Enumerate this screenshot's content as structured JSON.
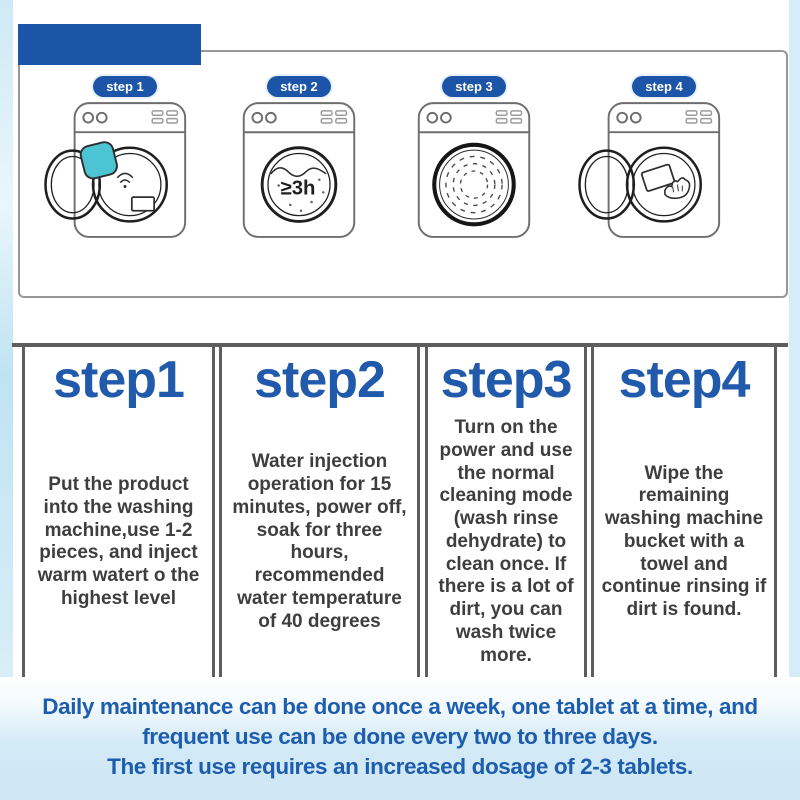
{
  "colors": {
    "accent_blue": "#1c55a7",
    "heading_blue": "#2159ab",
    "footer_blue": "#1d5dad",
    "light_blue_bg": "#d2e9f6",
    "table_border": "#5d5d5d",
    "body_text": "#3e3e3e",
    "tablet_teal": "#4cc4d3"
  },
  "diagram": {
    "steps": [
      {
        "badge": "step 1",
        "illustration": "put-tablet-into-drum"
      },
      {
        "badge": "step 2",
        "illustration": "soak-at-least-3-hours"
      },
      {
        "badge": "step 3",
        "illustration": "run-wash-cycle"
      },
      {
        "badge": "step 4",
        "illustration": "wipe-drum-with-towel"
      }
    ],
    "drum2_label": "≥3h"
  },
  "instructions": [
    {
      "title": "step1",
      "body": "Put the product into the washing machine,use 1-2 pieces, and inject warm watert o the highest level"
    },
    {
      "title": "step2",
      "body": "Water injection operation for 15 minutes, power off, soak for three hours, recommended water temperature of 40 degrees"
    },
    {
      "title": "step3",
      "body": "Turn on the power and use the normal cleaning mode (wash rinse dehydrate) to clean once. If there is a lot of dirt, you can wash twice more."
    },
    {
      "title": "step4",
      "body": "Wipe the remaining washing machine bucket with a towel and continue rinsing if dirt is found."
    }
  ],
  "footer": {
    "lines": [
      "Daily maintenance can be done once a week, one tablet at a time, and",
      "frequent use can be done every two to three days.",
      "The first use requires an increased dosage of 2-3 tablets."
    ]
  }
}
